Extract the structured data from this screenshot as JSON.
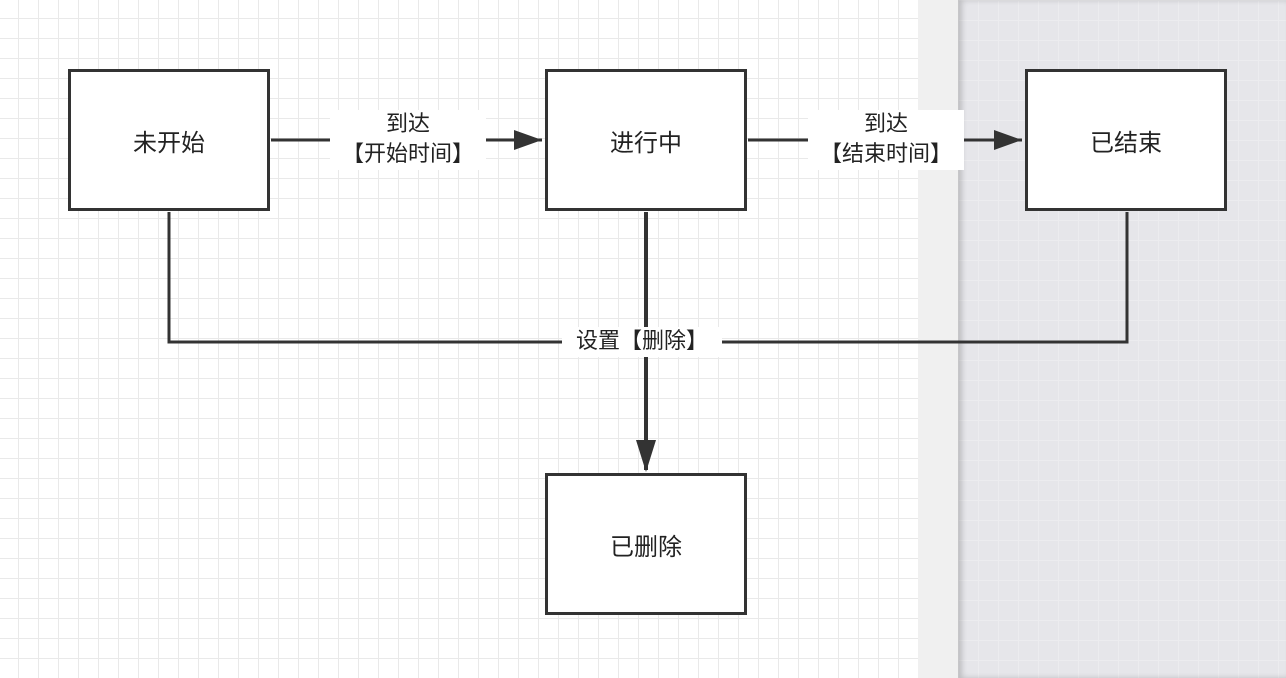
{
  "nodes": {
    "not_started": "未开始",
    "in_progress": "进行中",
    "ended": "已结束",
    "deleted": "已删除"
  },
  "edges": {
    "reach_start": {
      "line1": "到达",
      "line2": "【开始时间】"
    },
    "reach_end": {
      "line1": "到达",
      "line2": "【结束时间】"
    },
    "set_delete": "设置【删除】"
  },
  "colors": {
    "line": "#333333",
    "node_border": "#333333",
    "canvas": "#ffffff",
    "grid": "#e9e9e9",
    "outside": "#e6e6ea"
  }
}
